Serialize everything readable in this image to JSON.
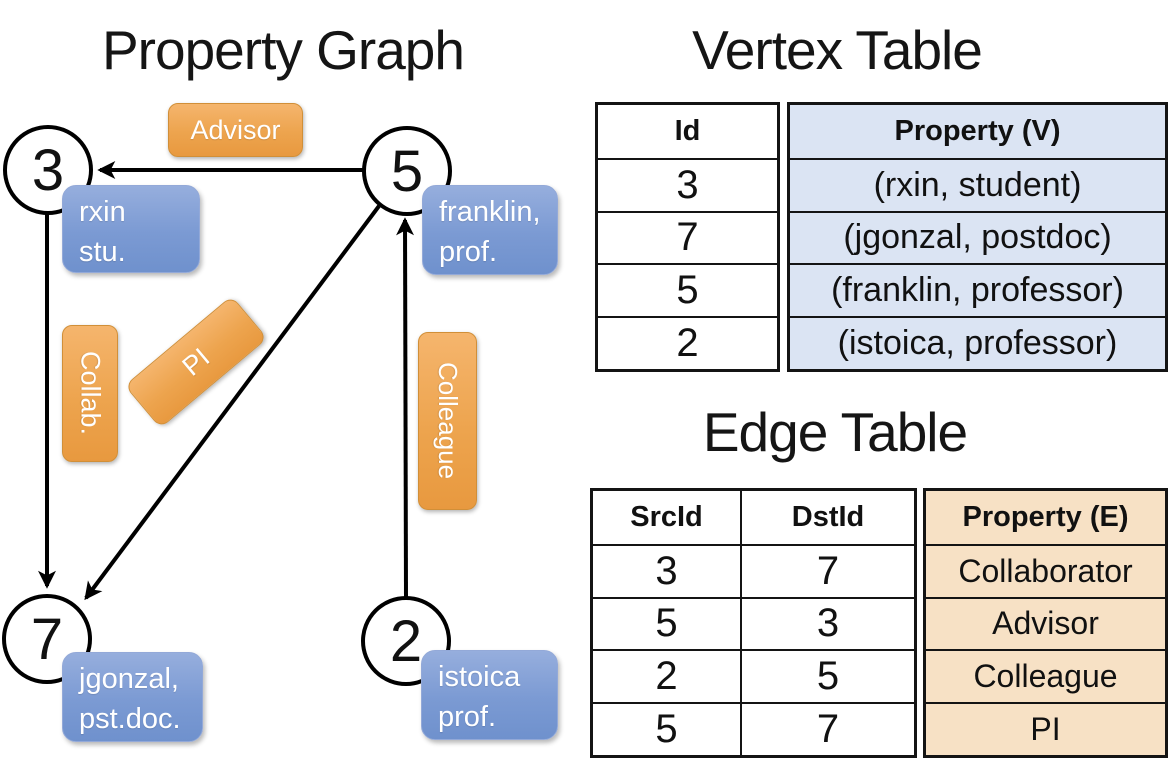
{
  "graph": {
    "title": "Property Graph",
    "nodes": [
      {
        "id": "3",
        "label_lines": [
          "rxin",
          "stu."
        ]
      },
      {
        "id": "5",
        "label_lines": [
          "franklin,",
          "prof."
        ]
      },
      {
        "id": "7",
        "label_lines": [
          "jgonzal,",
          "pst.doc."
        ]
      },
      {
        "id": "2",
        "label_lines": [
          "istoica",
          "prof."
        ]
      }
    ],
    "edge_labels": {
      "advisor": "Advisor",
      "collab": "Collab.",
      "pi": "PI",
      "colleague": "Colleague"
    },
    "edges": [
      {
        "from": "5",
        "to": "3",
        "label": "Advisor"
      },
      {
        "from": "3",
        "to": "7",
        "label": "Collab."
      },
      {
        "from": "5",
        "to": "7",
        "label": "PI"
      },
      {
        "from": "2",
        "to": "5",
        "label": "Colleague"
      }
    ]
  },
  "vertex_table": {
    "title": "Vertex Table",
    "columns": [
      "Id",
      "Property (V)"
    ],
    "rows": [
      [
        "3",
        "(rxin, student)"
      ],
      [
        "7",
        "(jgonzal, postdoc)"
      ],
      [
        "5",
        "(franklin, professor)"
      ],
      [
        "2",
        "(istoica, professor)"
      ]
    ]
  },
  "edge_table": {
    "title": "Edge Table",
    "columns": [
      "SrcId",
      "DstId",
      "Property (E)"
    ],
    "rows": [
      [
        "3",
        "7",
        "Collaborator"
      ],
      [
        "5",
        "3",
        "Advisor"
      ],
      [
        "2",
        "5",
        "Colleague"
      ],
      [
        "5",
        "7",
        "PI"
      ]
    ]
  },
  "colors": {
    "node_fill": "#ffffff",
    "node_border": "#000000",
    "blue_box_top": "#96aedd",
    "blue_box_bottom": "#6f91cd",
    "orange_box_top": "#f5b56d",
    "orange_box_bottom": "#e8993f",
    "vertex_property_fill": "#dbe4f3",
    "edge_property_fill": "#f7e1c5",
    "table_border": "#141414"
  }
}
